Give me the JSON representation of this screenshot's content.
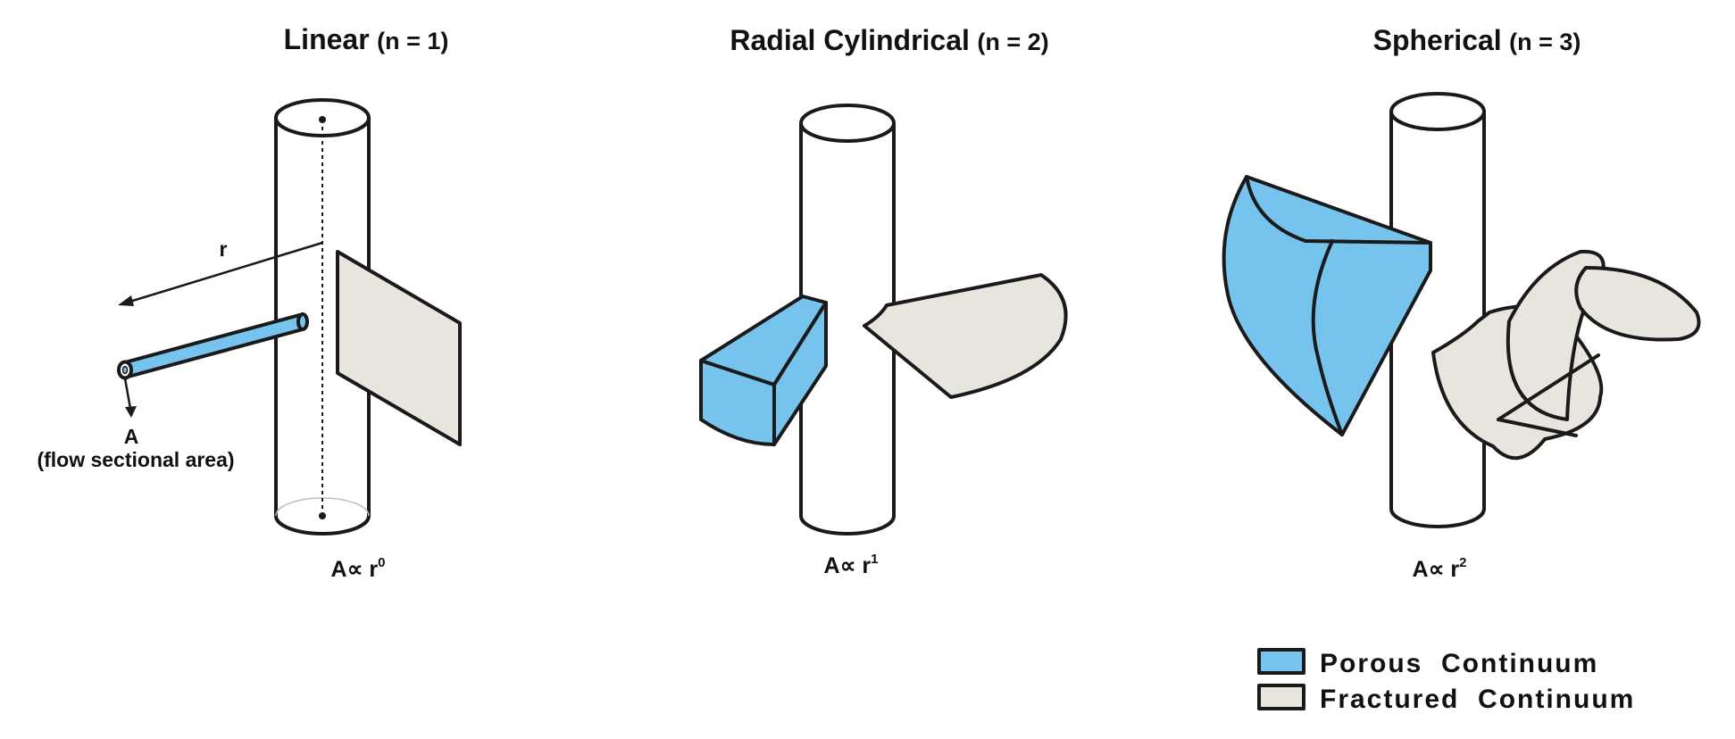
{
  "colors": {
    "porous": "#76c4ee",
    "fractured": "#e8e5de",
    "outline": "#1a1a1a"
  },
  "panels": [
    {
      "title": "Linear",
      "n_label": "(n = 1)",
      "relation_base": "A∝ r",
      "relation_exp": "0",
      "annotations": {
        "radius": "r",
        "area_symbol": "A",
        "area_description": "(flow sectional area)"
      }
    },
    {
      "title": "Radial Cylindrical",
      "n_label": "(n = 2)",
      "relation_base": "A∝ r",
      "relation_exp": "1"
    },
    {
      "title": "Spherical",
      "n_label": "(n = 3)",
      "relation_base": "A∝ r",
      "relation_exp": "2"
    }
  ],
  "legend": {
    "items": [
      {
        "label": "Porous  Continuum",
        "color_key": "porous"
      },
      {
        "label": "Fractured  Continuum",
        "color_key": "fractured"
      }
    ]
  }
}
